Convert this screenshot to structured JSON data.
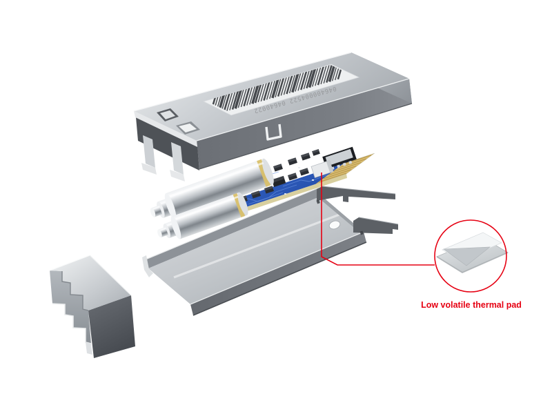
{
  "colors": {
    "accent": "#e60012",
    "barcode_bar": "#46494d",
    "digit_gray": "#97999c",
    "pcb_blue": "#2a56b4",
    "gold": "#d9bd72"
  },
  "callout": {
    "label": "Low volatile thermal pad"
  },
  "barcode": {
    "digits": "046400004522 04640022",
    "pattern": [
      2,
      1,
      1,
      3,
      1,
      2,
      1,
      1,
      2,
      3,
      1,
      1,
      2,
      1,
      1,
      3,
      2,
      1,
      1,
      2,
      1,
      1,
      3,
      1,
      2,
      1,
      1,
      2,
      1,
      3,
      1,
      1,
      2,
      1,
      2,
      3,
      1,
      1,
      2,
      1,
      1,
      2,
      3,
      1,
      1,
      2
    ]
  },
  "pcb": {
    "gold_finger_count": 6
  }
}
